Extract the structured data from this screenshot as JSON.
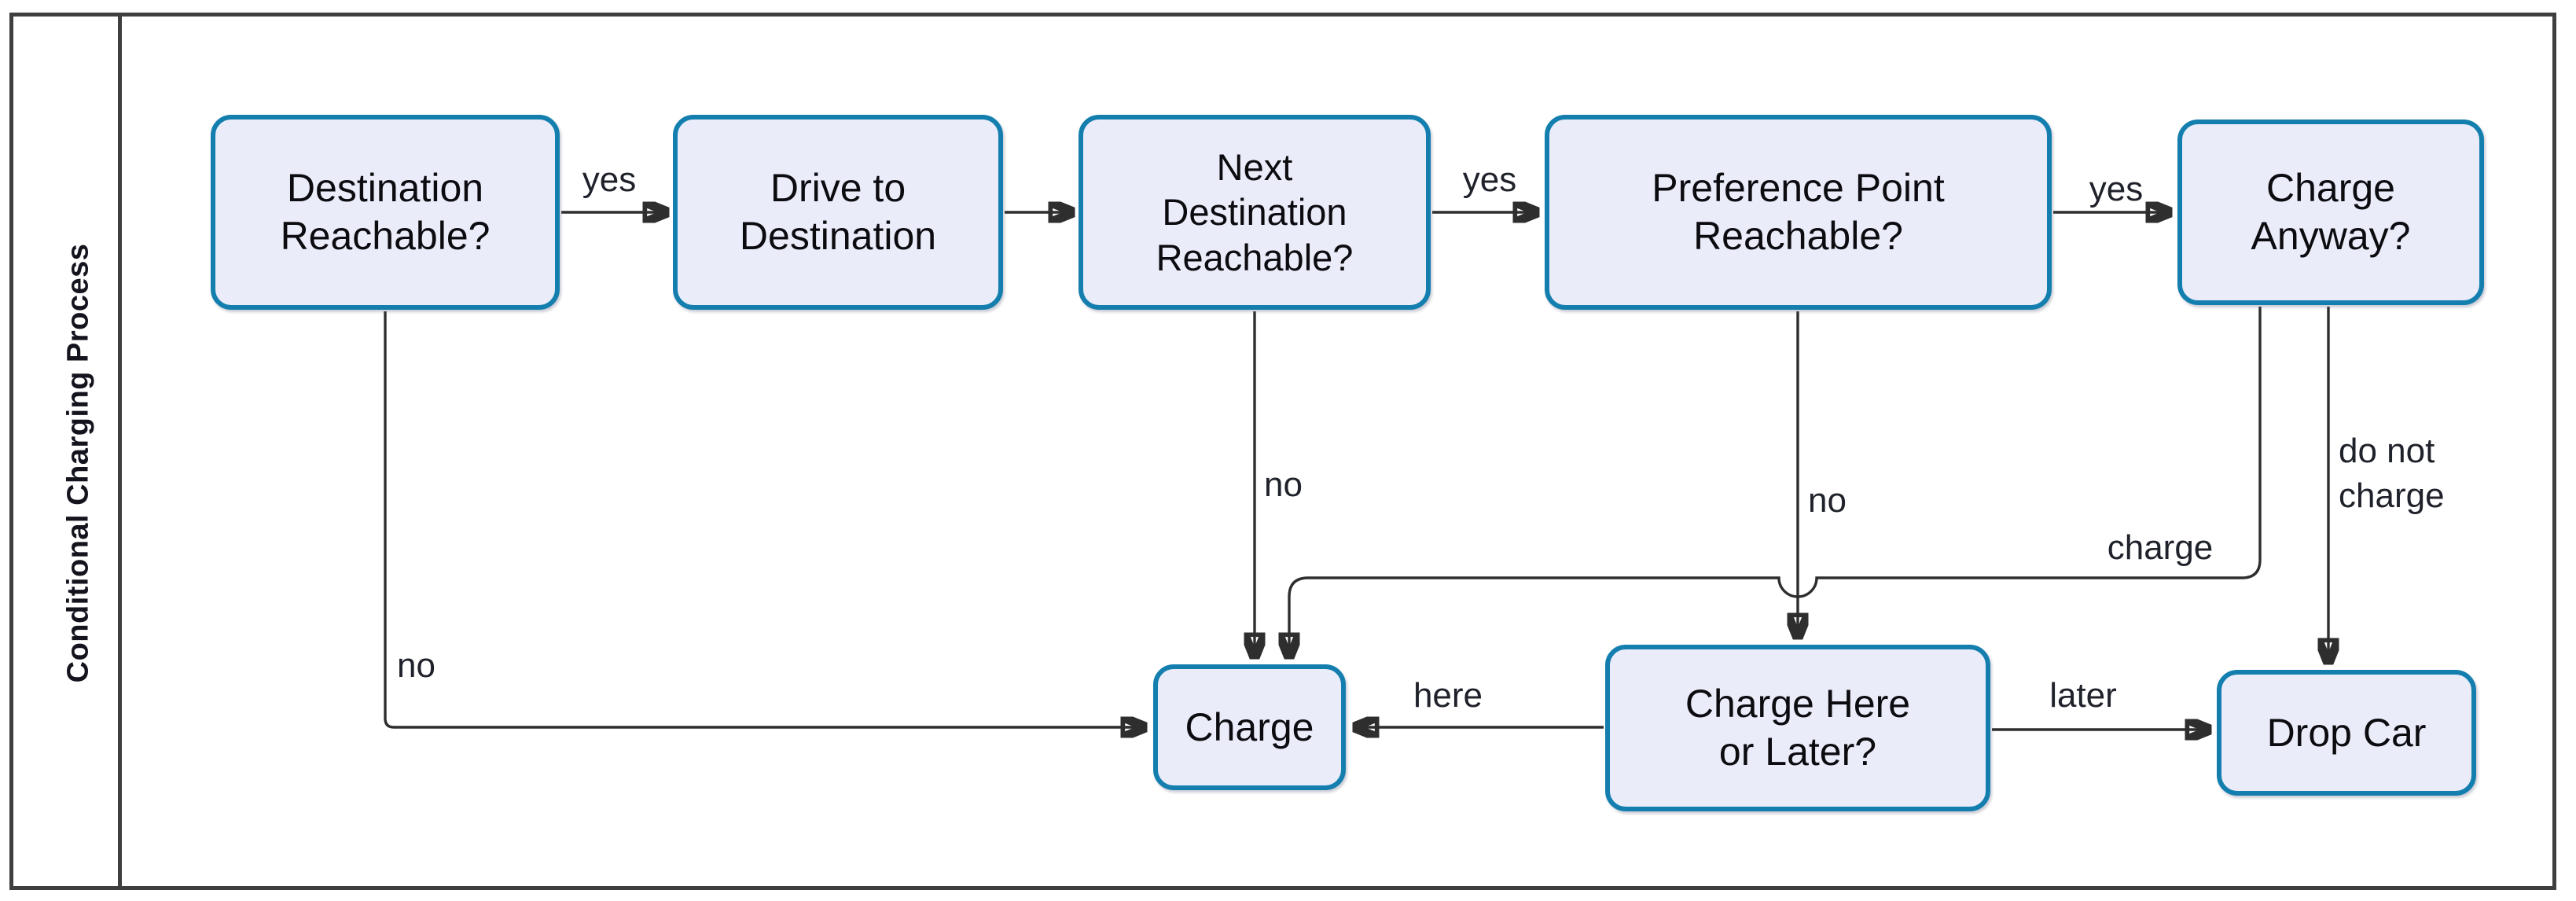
{
  "lane": {
    "title": "Conditional Charging Process"
  },
  "nodes": {
    "destination_reachable": {
      "label": "Destination\nReachable?"
    },
    "drive_to_destination": {
      "label": "Drive to\nDestination"
    },
    "next_destination_reachable": {
      "label": "Next\nDestination\nReachable?"
    },
    "preference_point_reachable": {
      "label": "Preference Point\nReachable?"
    },
    "charge_anyway": {
      "label": "Charge\nAnyway?"
    },
    "charge": {
      "label": "Charge"
    },
    "charge_here_or_later": {
      "label": "Charge Here\nor Later?"
    },
    "drop_car": {
      "label": "Drop Car"
    }
  },
  "edge_labels": {
    "yes_1": "yes",
    "yes_2": "yes",
    "yes_3": "yes",
    "no_destination": "no",
    "no_next_destination": "no",
    "no_preference_point": "no",
    "charge": "charge",
    "do_not_charge": "do not\ncharge",
    "here": "here",
    "later": "later"
  },
  "colors": {
    "node_border": "#147fae",
    "node_fill": "#ebecfa",
    "connector_line": "#2e2e2e",
    "frame_border": "#3f3f3f",
    "label_text": "#20222b"
  }
}
